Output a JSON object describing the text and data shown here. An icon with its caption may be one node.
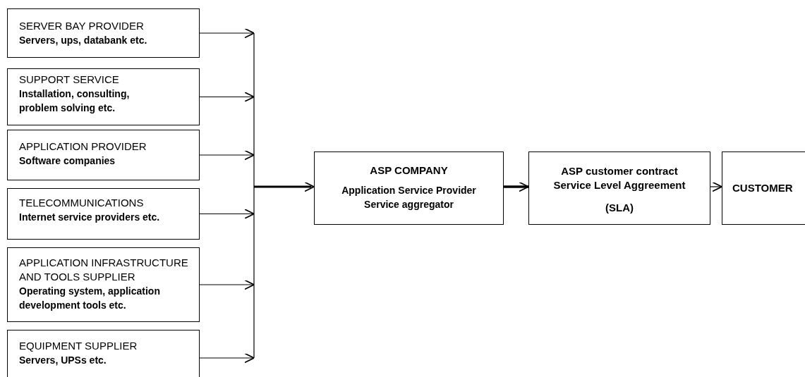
{
  "diagram": {
    "nodes": [
      {
        "text": [
          "SERVER BAY PROVIDER",
          "Servers, ups, databank etc."
        ]
      },
      {
        "text": [
          "SUPPORT SERVICE",
          "Installation, consulting, problem solving etc."
        ]
      },
      {
        "text": [
          "APPLICATION PROVIDER",
          "Software companies"
        ]
      },
      {
        "text": [
          "TELECOMMUNICATIONS",
          "Internet service providers etc."
        ]
      },
      {
        "text": [
          "APPLICATION INFRASTRUCTURE AND TOOLS SUPPLIER",
          "Operating system, application development tools etc."
        ]
      },
      {
        "text": [
          "EQUIPMENT SUPPLIER",
          "Servers, UPSs etc."
        ]
      },
      {
        "text": [
          "ASP COMPANY",
          "Application Service Provider Service aggregator"
        ]
      },
      {
        "text": [
          "ASP customer contract Service Level Aggreement",
          "(SLA)"
        ]
      },
      {
        "text": [
          "CUSTOMER"
        ]
      }
    ],
    "edges": [
      {
        "from": 0,
        "to": 6,
        "arrow": "to"
      },
      {
        "from": 1,
        "to": 6,
        "arrow": "to"
      },
      {
        "from": 2,
        "to": 6,
        "arrow": "to"
      },
      {
        "from": 3,
        "to": 6,
        "arrow": "to"
      },
      {
        "from": 4,
        "to": 6,
        "arrow": "to"
      },
      {
        "from": 5,
        "to": 6,
        "arrow": "to"
      },
      {
        "from": 6,
        "to": 7,
        "arrow": "to",
        "style": "thick"
      },
      {
        "from": 7,
        "to": 8,
        "arrow": "to"
      }
    ]
  }
}
